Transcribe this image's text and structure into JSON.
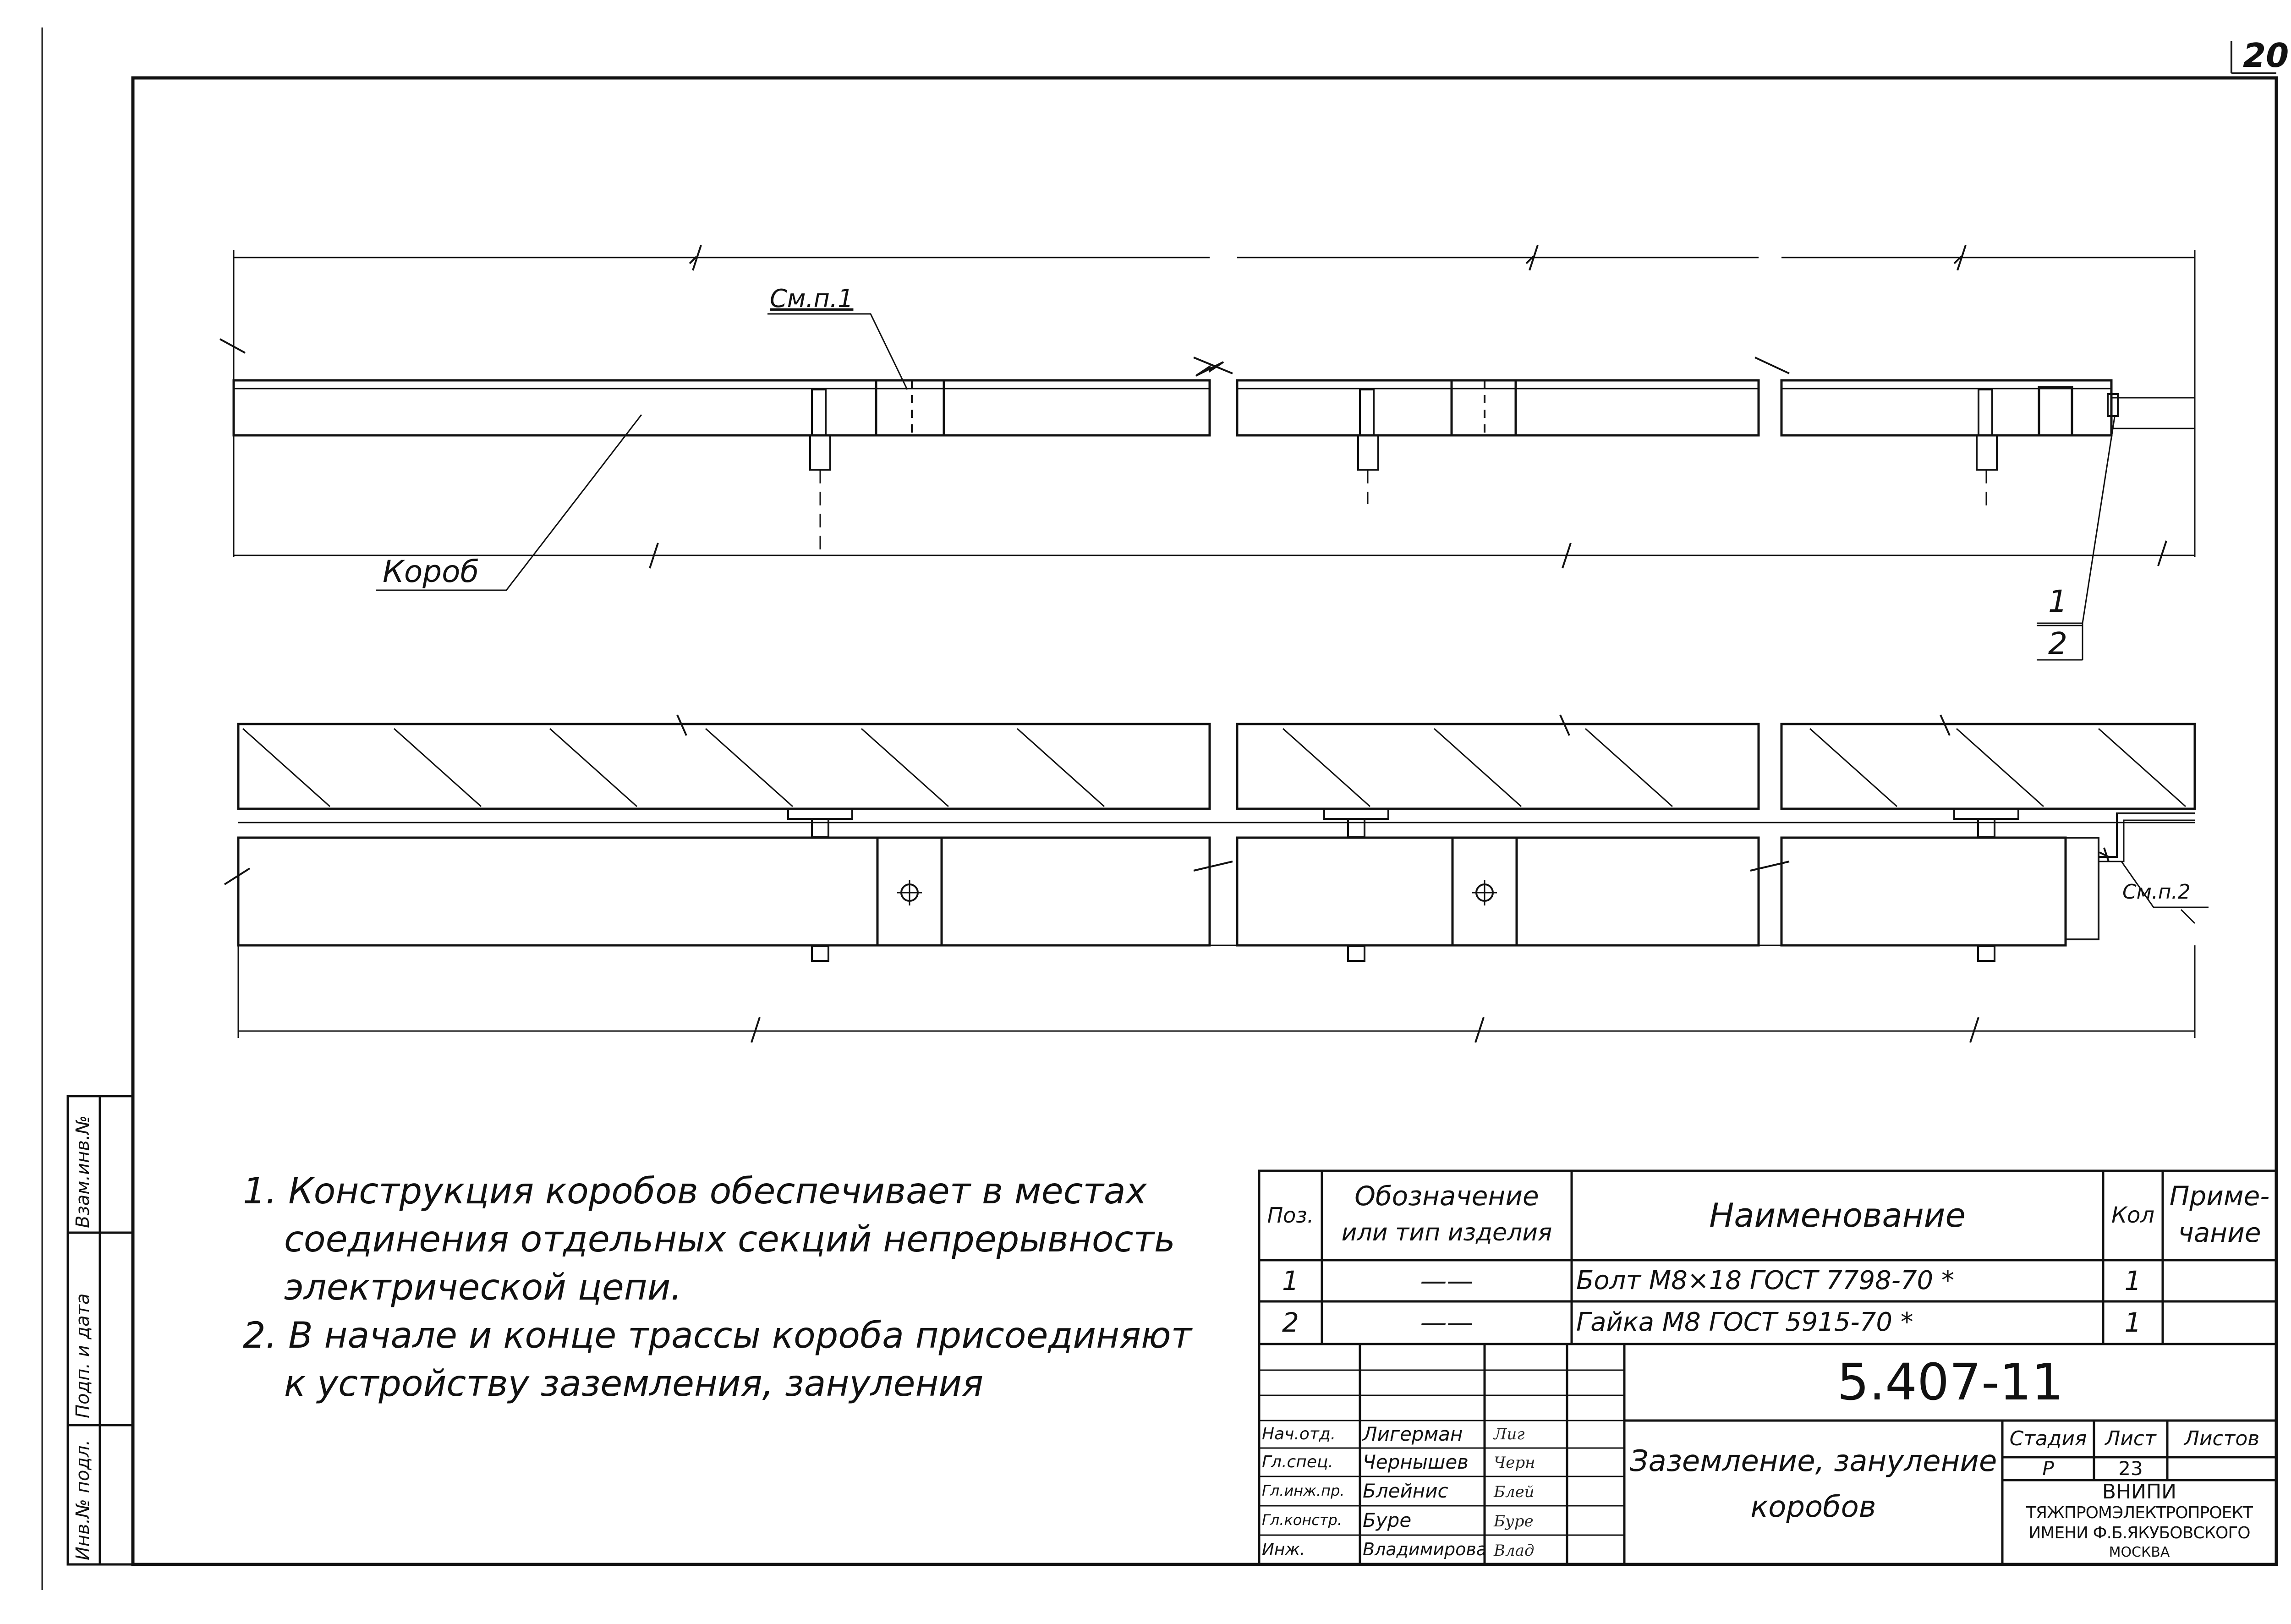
{
  "sheet_number": "20",
  "drawing": {
    "callout_top": "См.п.1",
    "callout_box": "Короб",
    "callout_pos_1": "1",
    "callout_pos_2": "2",
    "callout_bottom": "См.п.2"
  },
  "notes": [
    "1. Конструкция коробов обеспечивает в местах",
    "соединения отдельных секций непрерывность",
    "электрической цепи.",
    "2. В начале и конце трассы короба присоединяют",
    "к устройству заземления, зануления"
  ],
  "spec_table": {
    "headers": {
      "pos": "Поз.",
      "designation_1": "Обозначение",
      "designation_2": "или тип изделия",
      "name": "Наименование",
      "qty": "Кол",
      "note_1": "Приме-",
      "note_2": "чание"
    },
    "rows": [
      {
        "pos": "1",
        "designation": "——",
        "name": "Болт М8×18 ГОСТ 7798-70 *",
        "qty": "1",
        "note": ""
      },
      {
        "pos": "2",
        "designation": "——",
        "name": "Гайка М8 ГОСТ 5915-70 *",
        "qty": "1",
        "note": ""
      }
    ]
  },
  "title_block": {
    "doc_code": "5.407-11",
    "title_line_1": "Заземление, зануление",
    "title_line_2": "коробов",
    "stage_label": "Стадия",
    "sheet_label": "Лист",
    "sheets_label": "Листов",
    "stage_value": "Р",
    "sheet_value": "23",
    "sheets_value": "",
    "org_line_1": "ВНИПИ",
    "org_line_2": "ТЯЖПРОМЭЛЕКТРОПРОЕКТ",
    "org_line_3": "ИМЕНИ Ф.Б.ЯКУБОВСКОГО",
    "org_line_4": "МОСКВА",
    "staff": [
      {
        "role": "Нач.отд.",
        "name": "Лигерман",
        "sign": "Лиг"
      },
      {
        "role": "Гл.спец.",
        "name": "Чернышев",
        "sign": "Черн"
      },
      {
        "role": "Гл.инж.пр.",
        "name": "Блейнис",
        "sign": "Блей"
      },
      {
        "role": "Гл.констр.",
        "name": "Буре",
        "sign": "Буре"
      },
      {
        "role": "Инж.",
        "name": "Владимирова",
        "sign": "Влад"
      }
    ]
  },
  "side_stamp": {
    "label_1": "Взам.инв.№",
    "label_2": "Подп. и дата",
    "label_3": "Инв.№ подл."
  }
}
